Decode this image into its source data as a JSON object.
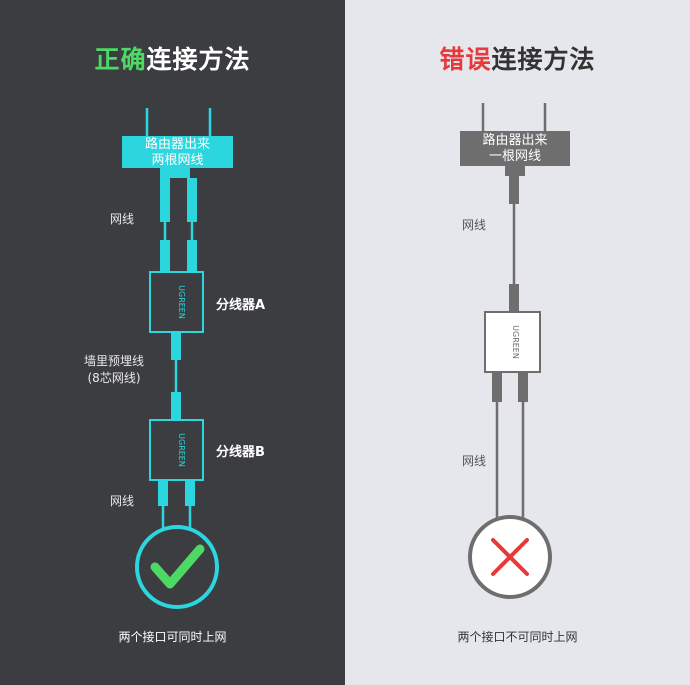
{
  "left": {
    "title_accent": "正确",
    "title_rest": "连接方法",
    "router_line1": "路由器出来",
    "router_line2": "两根网线",
    "cable_label_top": "网线",
    "splitter_a_label": "分线器A",
    "wall_label_line1": "墙里预埋线",
    "wall_label_line2": "(8芯网线)",
    "splitter_b_label": "分线器B",
    "cable_label_bottom": "网线",
    "caption": "两个接口可同时上网",
    "brand": "UGREEN",
    "icon": "check-icon",
    "colors": {
      "accent": "#4cd964",
      "line": "#2bd6de"
    }
  },
  "right": {
    "title_accent": "错误",
    "title_rest": "连接方法",
    "router_line1": "路由器出来",
    "router_line2": "一根网线",
    "cable_label_top": "网线",
    "cable_label_bottom": "网线",
    "caption": "两个接口不可同时上网",
    "brand": "UGREEN",
    "icon": "cross-icon",
    "colors": {
      "accent": "#e8393a",
      "line": "#6e6e6e"
    }
  }
}
